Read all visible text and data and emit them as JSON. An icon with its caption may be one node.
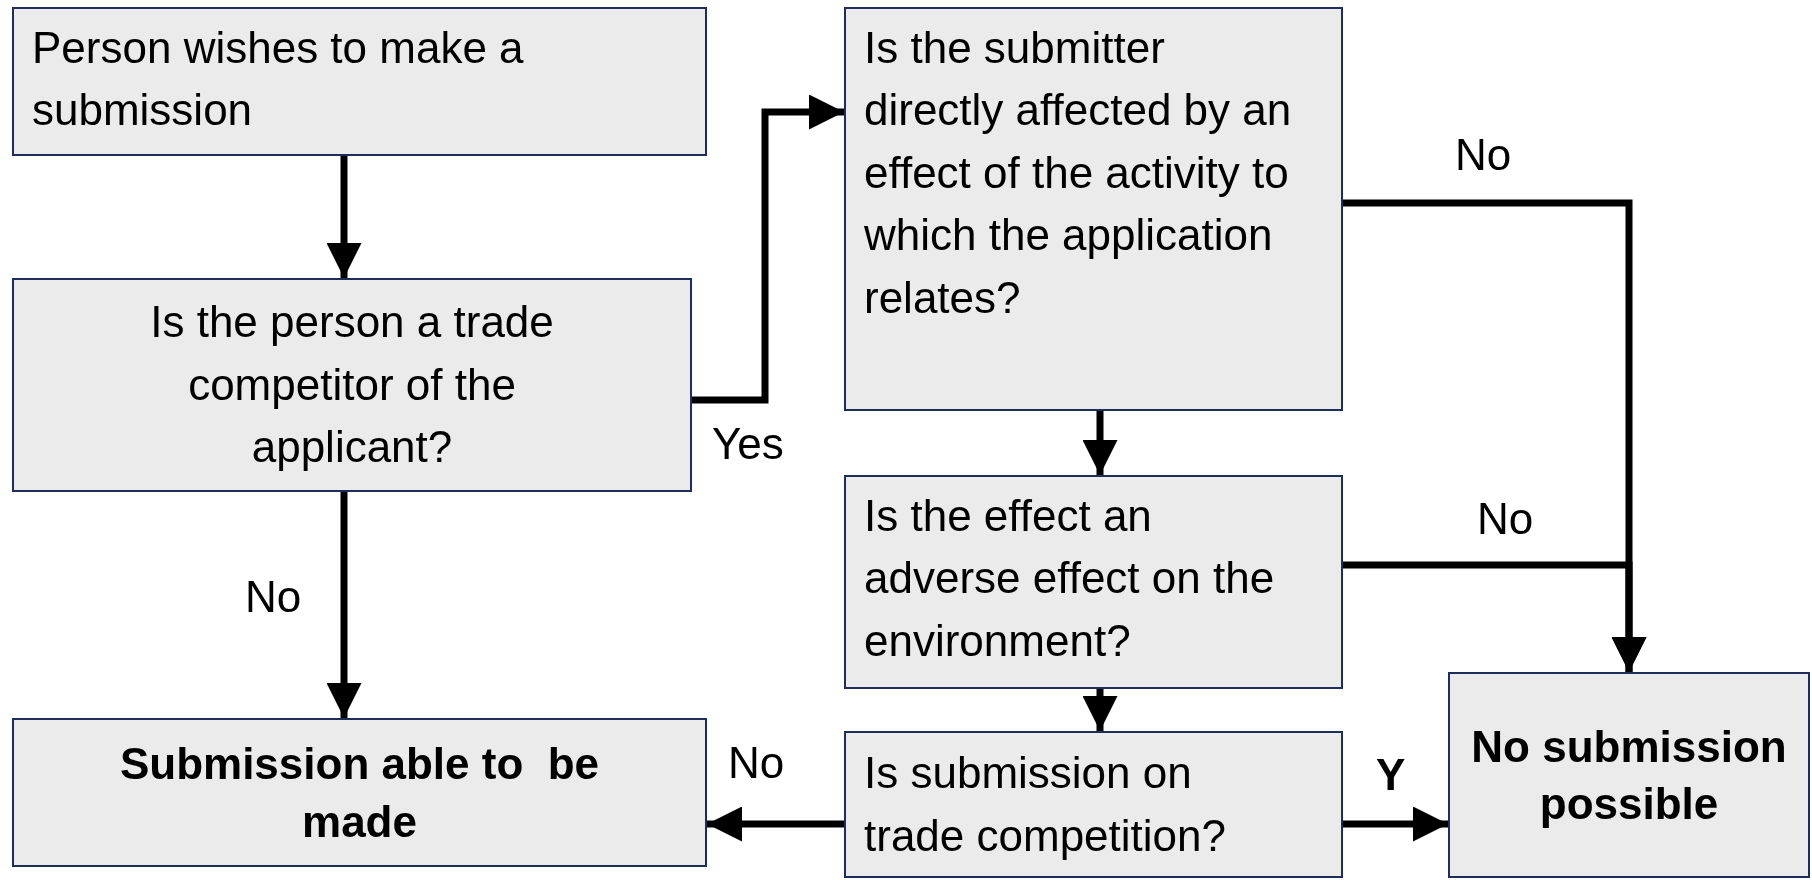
{
  "diagram": {
    "nodes": [
      {
        "text": [
          "Person wishes to make a submission"
        ]
      },
      {
        "text": [
          "Is the person a trade competitor of the applicant?"
        ]
      },
      {
        "text": [
          "Is the submitter directly affected by an effect of the activity to which the application relates?"
        ]
      },
      {
        "text": [
          "Is the effect an adverse effect on the environment?"
        ]
      },
      {
        "text": [
          "Submission able to  be made"
        ]
      },
      {
        "text": [
          "Is submission on trade competition?"
        ]
      },
      {
        "text": [
          "No submission possible"
        ]
      }
    ],
    "edges": [
      {
        "from": 0,
        "to": 1,
        "arrow": "to"
      },
      {
        "from": 1,
        "to": 2,
        "arrow": "to",
        "label": "Yes"
      },
      {
        "from": 2,
        "to": 6,
        "arrow": "to",
        "label": "No"
      },
      {
        "from": 3,
        "to": 6,
        "arrow": "to",
        "label": "No"
      },
      {
        "from": 2,
        "to": 3,
        "arrow": "to"
      },
      {
        "from": 3,
        "to": 5,
        "arrow": "to"
      },
      {
        "from": 1,
        "to": 4,
        "arrow": "to",
        "label": "No"
      },
      {
        "from": 5,
        "to": 4,
        "arrow": "to",
        "label": "No"
      },
      {
        "from": 5,
        "to": 6,
        "arrow": "to",
        "label": "Y"
      }
    ]
  }
}
